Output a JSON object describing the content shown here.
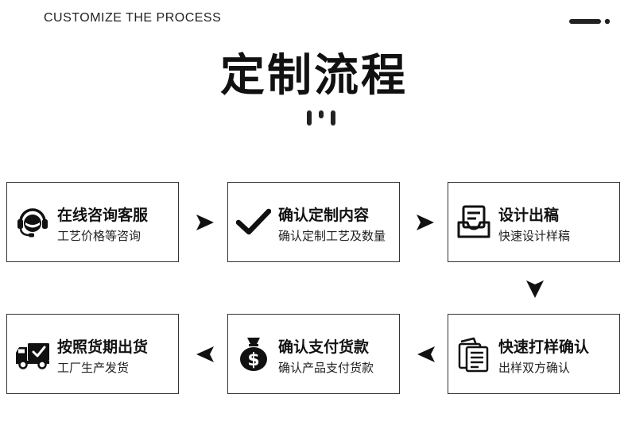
{
  "header": {
    "subtitle": "CUSTOMIZE THE PROCESS",
    "title": "定制流程"
  },
  "steps": [
    {
      "title": "在线咨询客服",
      "desc": "工艺价格等咨询",
      "icon": "customer-service-headset-icon"
    },
    {
      "title": "确认定制内容",
      "desc": "确认定制工艺及数量",
      "icon": "checkmark-icon"
    },
    {
      "title": "设计出稿",
      "desc": "快速设计样稿",
      "icon": "design-tray-icon"
    },
    {
      "title": "快速打样确认",
      "desc": "出样双方确认",
      "icon": "documents-icon"
    },
    {
      "title": "确认支付货款",
      "desc": "确认产品支付货款",
      "icon": "money-bag-icon"
    },
    {
      "title": "按照货期出货",
      "desc": "工厂生产发货",
      "icon": "delivery-truck-icon"
    }
  ],
  "colors": {
    "text": "#111111",
    "border": "#333333",
    "background": "#ffffff"
  }
}
